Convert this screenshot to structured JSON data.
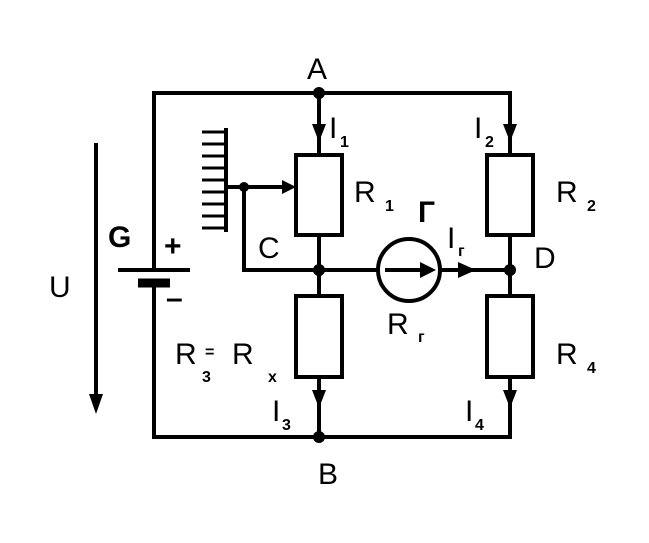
{
  "nodes": {
    "a": "A",
    "b": "B",
    "c": "C",
    "d": "D"
  },
  "source": {
    "name": "G",
    "plus": "+",
    "minus": "–"
  },
  "voltage": {
    "label": "U"
  },
  "galvanometer": {
    "name": "Г",
    "current_main": "I",
    "current_sub": "г",
    "resistance_main": "R",
    "resistance_sub": "г"
  },
  "resistors": {
    "r1": {
      "main": "R",
      "sub": "1"
    },
    "r2": {
      "main": "R",
      "sub": "2"
    },
    "r3": {
      "main": "R",
      "sub": "3",
      "eq": "=",
      "x_main": "R",
      "x_sub": "x"
    },
    "r4": {
      "main": "R",
      "sub": "4"
    }
  },
  "currents": {
    "i1": {
      "main": "I",
      "sub": "1"
    },
    "i2": {
      "main": "I",
      "sub": "2"
    },
    "i3": {
      "main": "I",
      "sub": "3"
    },
    "i4": {
      "main": "I",
      "sub": "4"
    }
  }
}
